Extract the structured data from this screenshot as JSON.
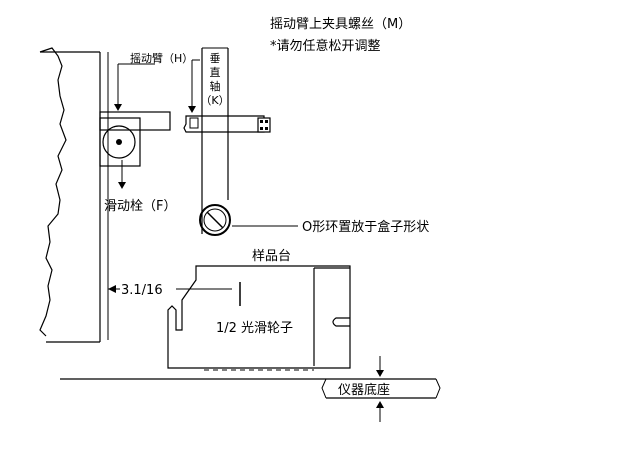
{
  "labels": {
    "arm_clamp_screw": "摇动臂上夹具螺丝（M）",
    "no_loosen_note": "*请勿任意松开调整",
    "rocking_arm": "摇动臂（H）",
    "vertical_axis_chars": [
      "垂",
      "直",
      "轴",
      "（K）"
    ],
    "sliding_pin": "滑动栓（F）",
    "o_ring": "O形环置放于盒子形状",
    "sample_stage": "样品台",
    "dimension": "3.1/16",
    "smooth_wheel": "1/2 光滑轮子",
    "instrument_base": "仪器底座"
  }
}
